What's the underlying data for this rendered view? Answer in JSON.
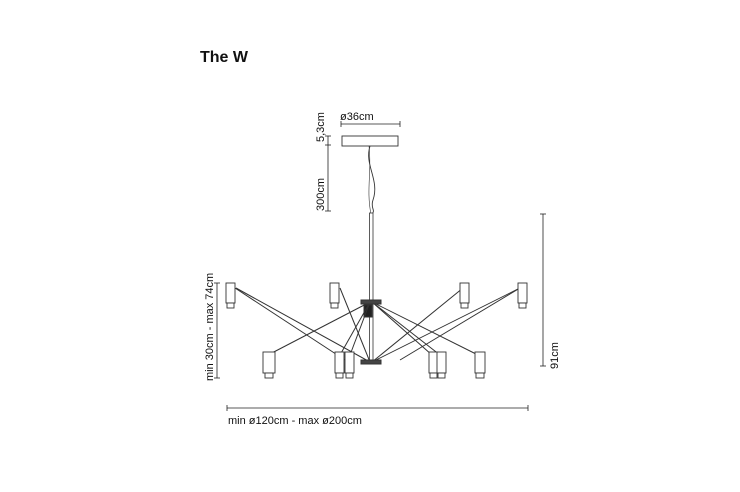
{
  "title": "The W",
  "dimensions": {
    "canopy_diameter": "ø36cm",
    "canopy_height": "5,3cm",
    "cable_length": "300cm",
    "arm_height_range": "min 30cm - max 74cm",
    "total_height": "91cm",
    "diameter_range": "min ø120cm - max ø200cm"
  }
}
